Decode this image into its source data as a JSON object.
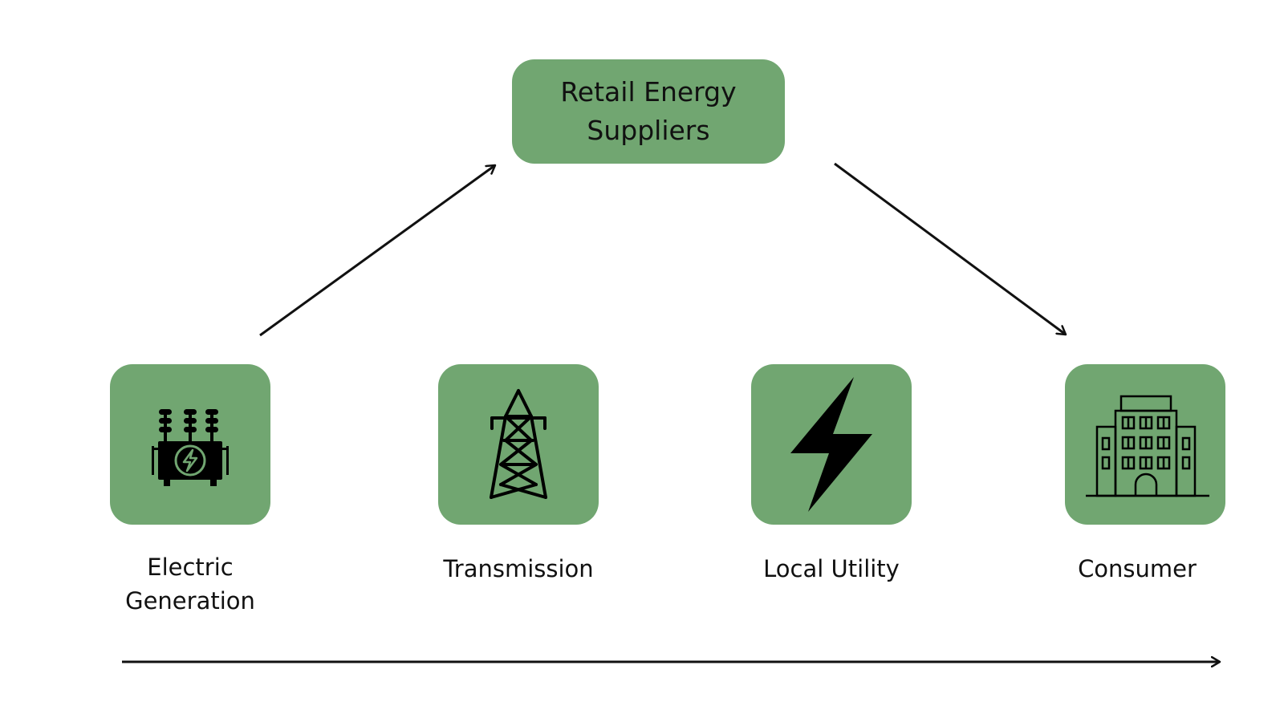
{
  "colors": {
    "node_background": "#71a671",
    "stroke": "#111111",
    "icon": "#000000"
  },
  "top_node": {
    "label": "Retail Energy Suppliers"
  },
  "nodes": [
    {
      "label": "Electric Generation",
      "icon": "transformer-icon"
    },
    {
      "label": "Transmission",
      "icon": "power-tower-icon"
    },
    {
      "label": "Local Utility",
      "icon": "lightning-bolt-icon"
    },
    {
      "label": "Consumer",
      "icon": "office-building-icon"
    }
  ],
  "connections": [
    {
      "from": "Electric Generation",
      "to": "Retail Energy Suppliers"
    },
    {
      "from": "Retail Energy Suppliers",
      "to": "Consumer"
    },
    {
      "from": "Electric Generation",
      "to": "Consumer",
      "style": "flow-axis"
    }
  ]
}
